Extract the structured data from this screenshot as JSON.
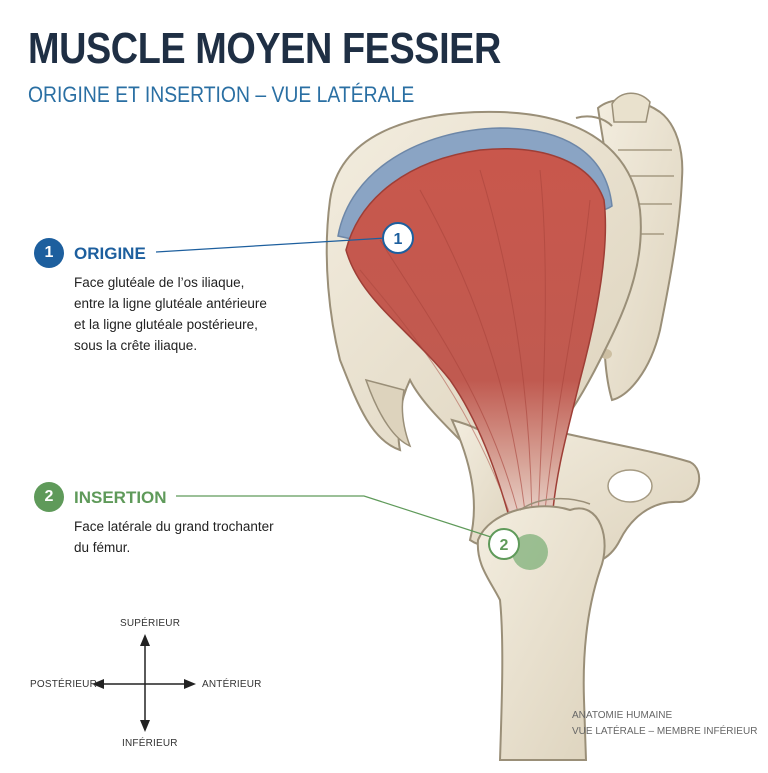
{
  "header": {
    "title": "MUSCLE MOYEN FESSIER",
    "subtitle": "ORIGINE ET INSERTION – VUE LATÉRALE"
  },
  "origin": {
    "number": "1",
    "title": "ORIGINE",
    "lines": [
      "Face glutéale de l’os iliaque,",
      "entre la ligne glutéale antérieure",
      "et la ligne glutéale postérieure,",
      "sous la crête iliaque."
    ],
    "color": "#1d5f9e"
  },
  "insertion": {
    "number": "2",
    "title": "INSERTION",
    "lines": [
      "Face latérale du grand trochanter",
      "du fémur."
    ],
    "color": "#5f9a5a"
  },
  "orientation": {
    "up": "SUPÉRIEUR",
    "down": "INFÉRIEUR",
    "left": "POSTÉRIEUR",
    "right": "ANTÉRIEUR"
  },
  "footer": {
    "line1": "ANATOMIE HUMAINE",
    "line2": "VUE LATÉRALE – MEMBRE INFÉRIEUR"
  },
  "colors": {
    "title": "#1f2f44",
    "subtitle": "#2a6fa3",
    "bone": "#ece5d4",
    "muscle": "#c4564b",
    "crest": "#8aa4c4"
  }
}
